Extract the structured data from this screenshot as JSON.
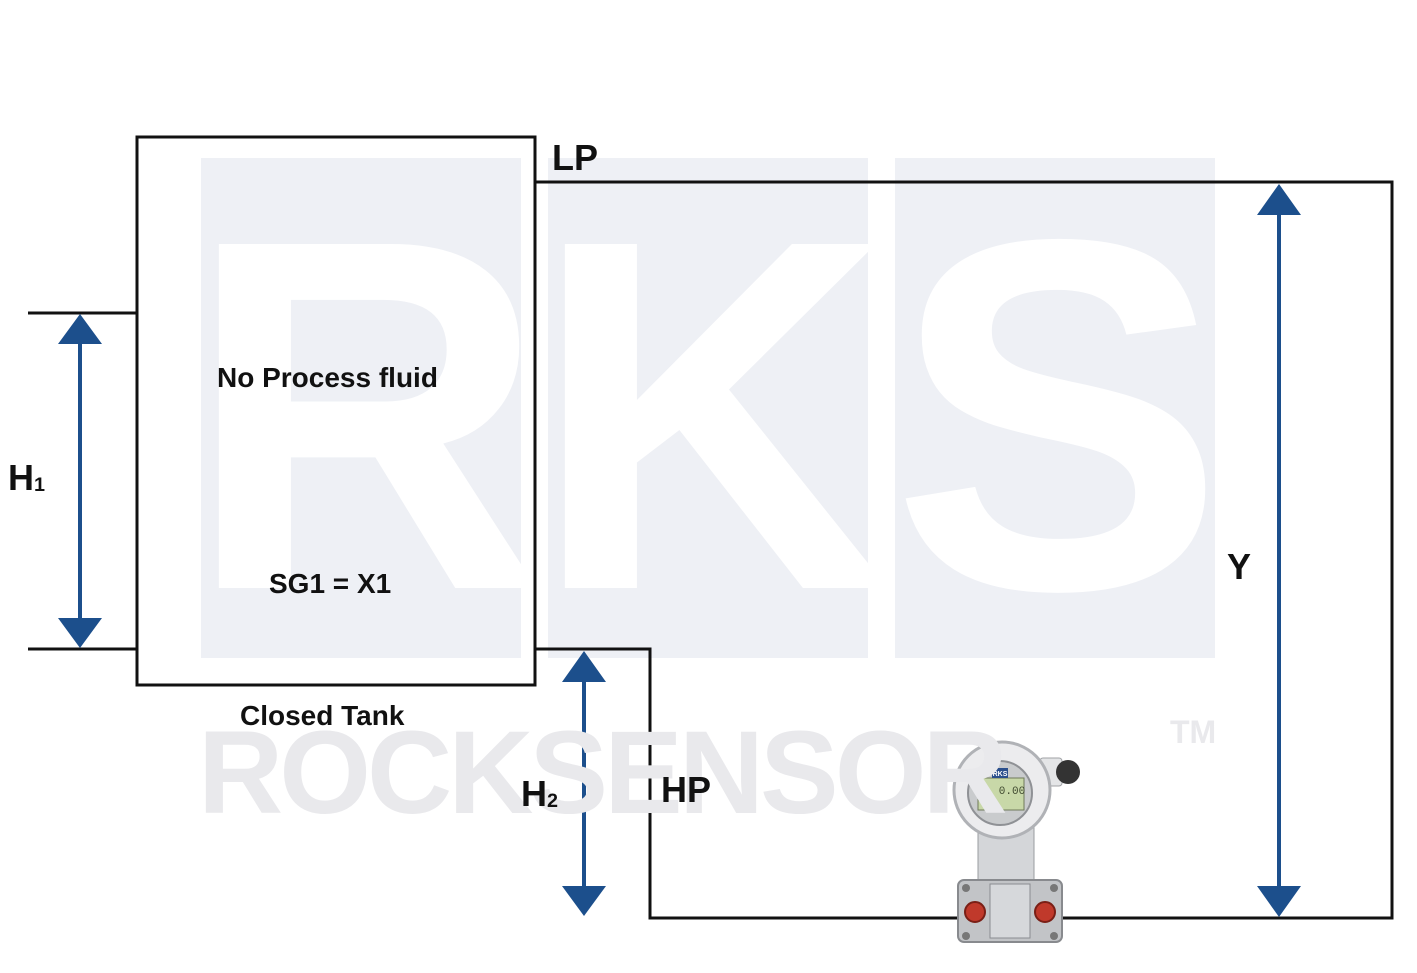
{
  "watermark": {
    "letters": [
      "R",
      "K",
      "S"
    ],
    "word": "ROCKSENSOR",
    "tm": "TM",
    "panel_color": "#eef0f5"
  },
  "labels": {
    "lp": "LP",
    "hp": "HP",
    "h1_main": "H",
    "h1_sub": "1",
    "h2_main": "H",
    "h2_sub": "2",
    "y": "Y",
    "tank_content": "No Process fluid",
    "sg": "SG1 = X1",
    "tank_name": "Closed Tank"
  },
  "transmitter": {
    "display_value": "0.00",
    "logo": "RKS"
  },
  "colors": {
    "line": "#111111",
    "arrow": "#1c4f8c"
  }
}
